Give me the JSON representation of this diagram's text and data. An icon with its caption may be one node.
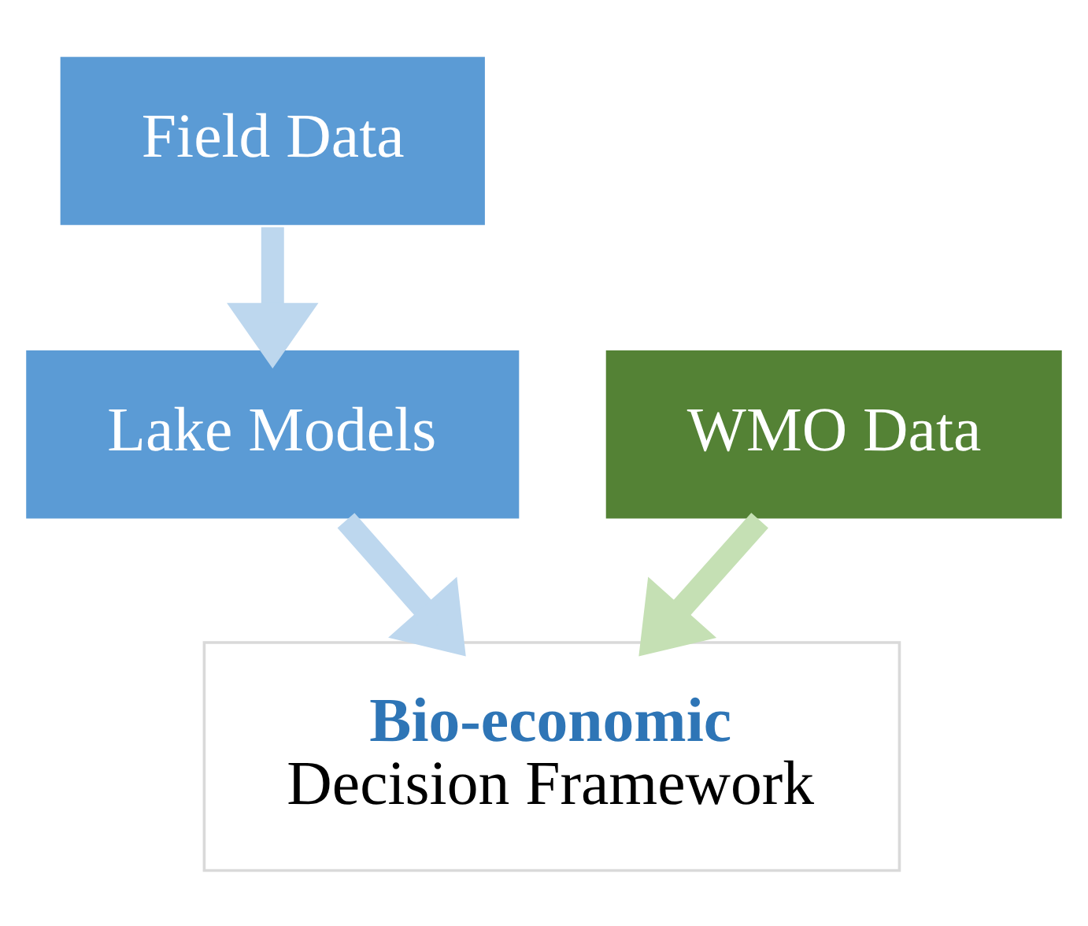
{
  "diagram": {
    "nodes": [
      {
        "text": [
          "Field Data"
        ]
      },
      {
        "text": [
          "Lake Models"
        ]
      },
      {
        "text": [
          "WMO Data"
        ]
      },
      {
        "text": [
          "Bio-economic",
          "Decision Framework"
        ]
      }
    ],
    "edges": [
      {
        "from": 0,
        "to": 1,
        "arrow": "to"
      },
      {
        "from": 1,
        "to": 3,
        "arrow": "to"
      },
      {
        "from": 2,
        "to": 3,
        "arrow": "to",
        "color": "#c5e0b4"
      }
    ]
  }
}
